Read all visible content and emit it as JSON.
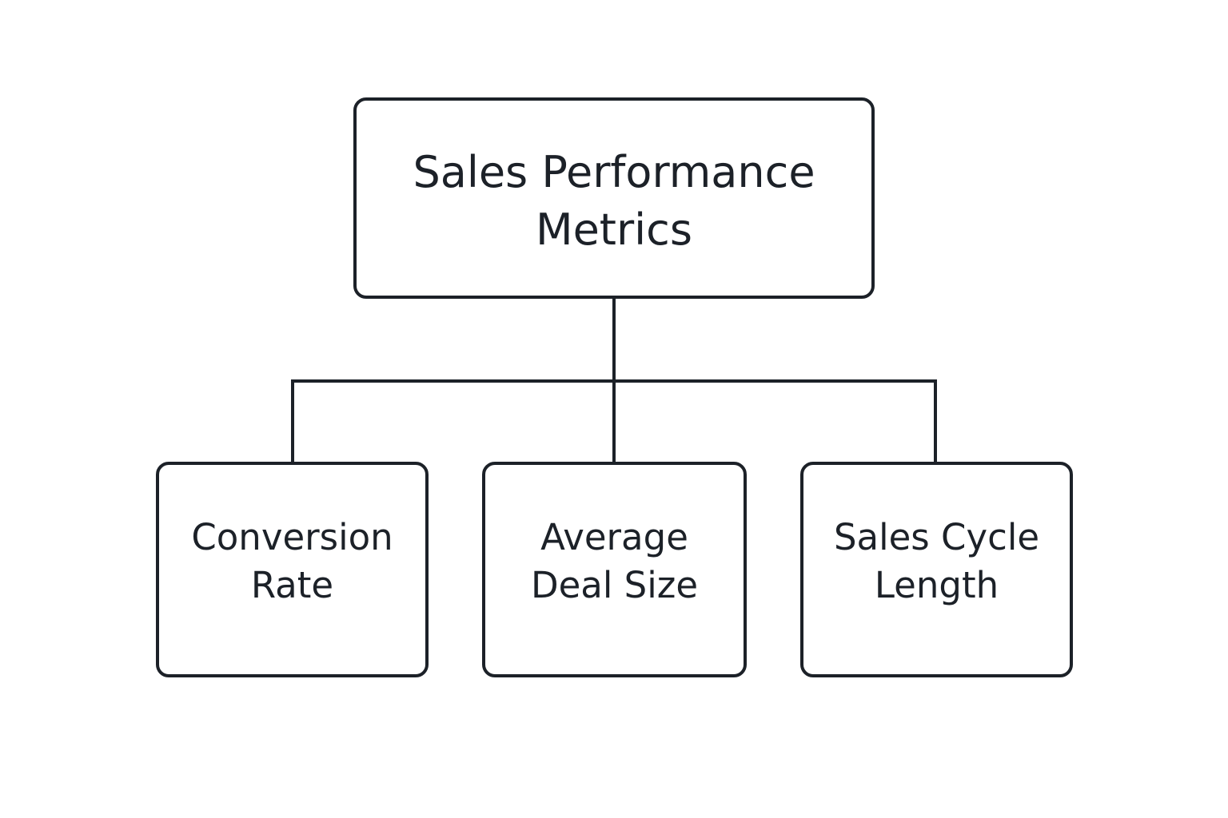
{
  "diagram": {
    "root": {
      "label": "Sales Performance\nMetrics"
    },
    "children": [
      {
        "label": "Conversion\nRate"
      },
      {
        "label": "Average\nDeal Size"
      },
      {
        "label": "Sales Cycle\nLength"
      }
    ],
    "colors": {
      "stroke": "#1c2128",
      "text": "#1c2128",
      "background": "#ffffff"
    }
  }
}
